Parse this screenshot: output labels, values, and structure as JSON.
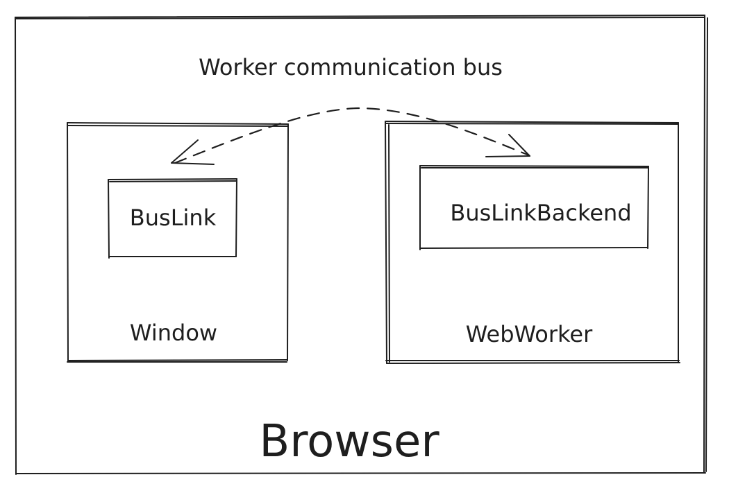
{
  "diagram": {
    "title": "Worker communication bus",
    "outer": {
      "label": "Browser"
    },
    "window_box": {
      "label": "Window",
      "inner_label": "BusLink"
    },
    "worker_box": {
      "label": "WebWorker",
      "inner_label": "BusLinkBackend"
    },
    "stroke_color": "#1e1e1e",
    "background_color": "#ffffff"
  }
}
